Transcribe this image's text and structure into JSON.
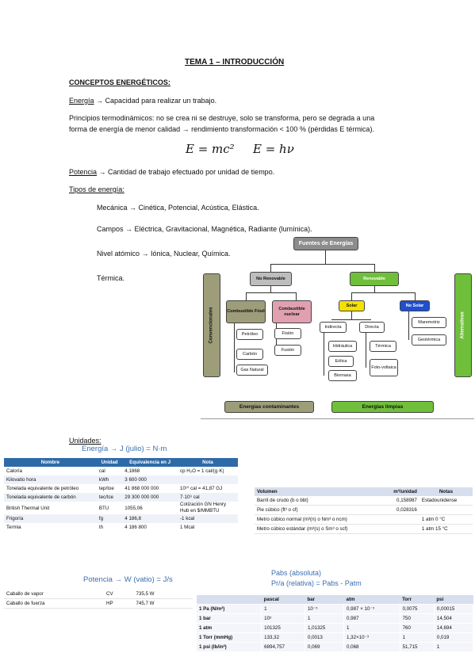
{
  "title": "TEMA 1 – INTRODUCCIÓN",
  "section": "CONCEPTOS ENERGÉTICOS:",
  "energia": {
    "term": "Energía",
    "def": "→ Capacidad para realizar un trabajo."
  },
  "principios": [
    "Principios termodinámicos: no se crea ni se destruye, solo se transforma, pero se degrada a una",
    "forma de energía de menor calidad → rendimiento transformación < 100 % (pérdidas E térmica)."
  ],
  "eq1": "E = mc²",
  "eq2": "E = hν",
  "potencia": {
    "term": "Potencia",
    "def": "→ Cantidad de trabajo efectuado por unidad de tiempo."
  },
  "tipos": {
    "head": "Tipos de energía:",
    "items": [
      "Mecánica → Cinética, Potencial, Acústica, Elástica.",
      "Campos → Eléctrica, Gravitacional, Magnética, Radiante (lumínica).",
      "Nivel atómico → Iónica, Nuclear, Química.",
      "Térmica."
    ]
  },
  "diagram": {
    "top": "Fuentes de Energías",
    "norenov": "No Renovable",
    "renov": "Renovable",
    "fosil": "Combustible Fósil",
    "nuclear": "Combustible nuclear",
    "petroleo": "Petróleo",
    "carbon": "Carbón",
    "gas": "Gas Natural",
    "fision": "Fisión",
    "fusion": "Fusión",
    "solar": "Solar",
    "nosolar": "No Solar",
    "indirecta": "Indirecta",
    "directa": "Directa",
    "hidraulica": "Hidráulica",
    "eolica": "Eólica",
    "biomasa": "Biomasa",
    "termica": "Térmica",
    "foto": "Foto-voltaica",
    "mareo": "Maremotriz",
    "geo": "Geotérmica",
    "conv": "Convencionales",
    "alt": "Alternativas",
    "contam": "Energías contaminantes",
    "limpias": "Energías limpias"
  },
  "unidades": "Unidades:",
  "energia_unit": "Energía → J (julio) = N·m",
  "t1": {
    "head": [
      "Nombre",
      "Unidad",
      "Equivalencia en J",
      "Nota"
    ],
    "rows": [
      [
        "Caloría",
        "cal",
        "4,1868",
        "cp H₂O = 1 cal/(g·K)"
      ],
      [
        "Kilovatio hora",
        "kWh",
        "3 600 000",
        ""
      ],
      [
        "Tonelada equivalente de petróleo",
        "tep/toe",
        "41 868 000 000",
        "10¹⁰ cal = 41,87 GJ"
      ],
      [
        "Tonelada equivalente de carbón",
        "tec/tce",
        "29 300 000 000",
        "7·10⁹ cal"
      ],
      [
        "British Thermal Unit",
        "BTU",
        "1055,06",
        "Cotización GN Henry Hub en $/MMBTU"
      ],
      [
        "Frigoría",
        "fg",
        "4 186,8",
        "-1 kcal"
      ],
      [
        "Termia",
        "th",
        "4 186 800",
        "1 Mcal"
      ]
    ]
  },
  "t2": {
    "head": [
      "Volumen",
      "m³/unidad",
      "Notas"
    ],
    "rows": [
      [
        "Barril de crudo (b o bbl)",
        "0,158987",
        "Estadounidense"
      ],
      [
        "Pie cúbico (ft³ o cf)",
        "0,028316",
        ""
      ],
      [
        "Metro cúbico normal (m³(n) o Nm³ o ncm)",
        "",
        "1 atm 0 °C"
      ],
      [
        "Metro cúbico estándar (m³(s) o Sm³ o scf)",
        "",
        "1 atm 15 °C"
      ]
    ]
  },
  "potencia_unit": "Potencia → W (vatio) = J/s",
  "t3": {
    "rows": [
      [
        "Caballo de vapor",
        "CV",
        "735,5 W"
      ],
      [
        "Caballo de fuerza",
        "HP",
        "745,7 W"
      ]
    ]
  },
  "pabs": "Pabs (absoluta)",
  "prel": "Pr/a (relativa) = Pabs - Patm",
  "t4": {
    "head": [
      "",
      "pascal",
      "bar",
      "atm",
      "Torr",
      "psi"
    ],
    "rows": [
      [
        "1 Pa (N/m²)",
        "1",
        "10⁻⁵",
        "0,987 × 10⁻⁵",
        "0,0075",
        "0,00015"
      ],
      [
        "1 bar",
        "10⁵",
        "1",
        "0,987",
        "750",
        "14,504"
      ],
      [
        "1 atm",
        "101325",
        "1,01325",
        "1",
        "760",
        "14,694"
      ],
      [
        "1 Torr (mmHg)",
        "133,32",
        "0,0013",
        "1,32×10⁻³",
        "1",
        "0,019"
      ],
      [
        "1 psi (lb/in²)",
        "6894,757",
        "0,069",
        "0,068",
        "51,715",
        "1"
      ]
    ]
  }
}
